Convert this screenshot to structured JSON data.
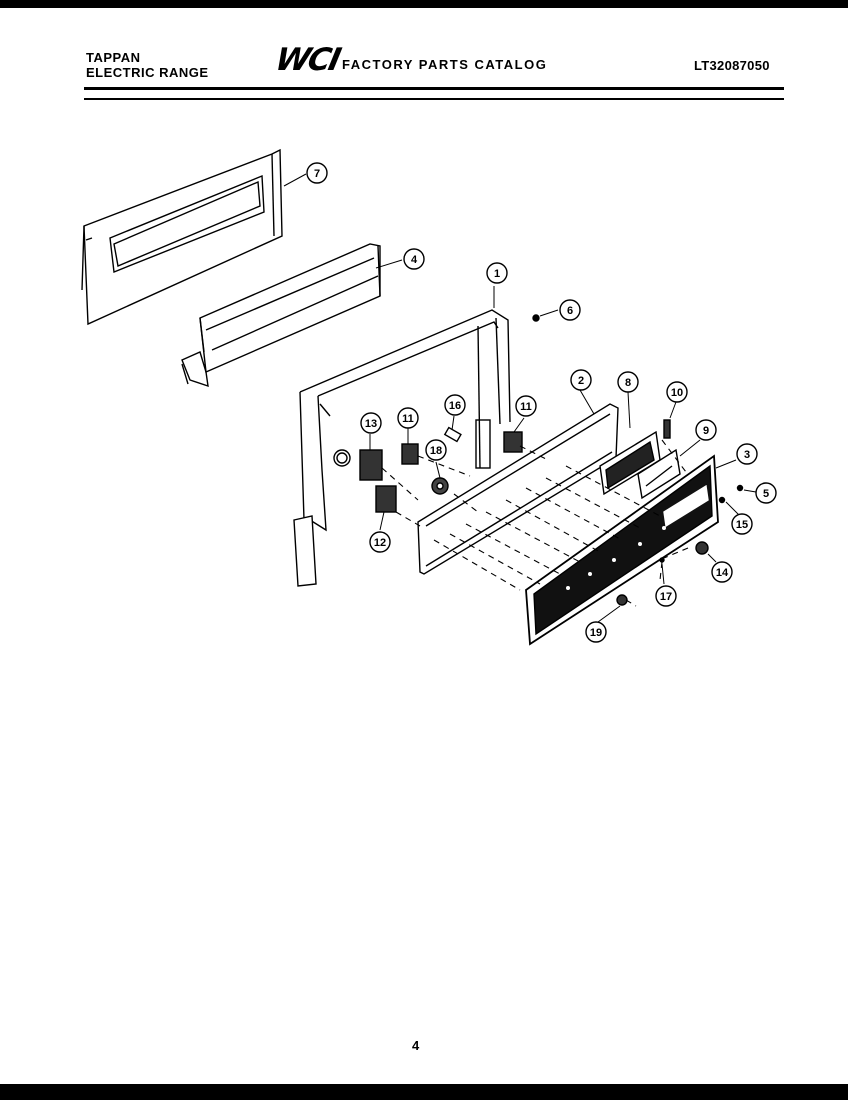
{
  "header": {
    "brand": "TAPPAN",
    "product": "ELECTRIC RANGE",
    "logo": "WCI",
    "catalog_title": "FACTORY PARTS CATALOG",
    "model_number": "LT32087050"
  },
  "page_number": "4",
  "callouts": [
    "7",
    "4",
    "1",
    "6",
    "2",
    "8",
    "10",
    "9",
    "3",
    "5",
    "15",
    "14",
    "17",
    "19",
    "13",
    "11",
    "16",
    "11",
    "18",
    "12"
  ]
}
